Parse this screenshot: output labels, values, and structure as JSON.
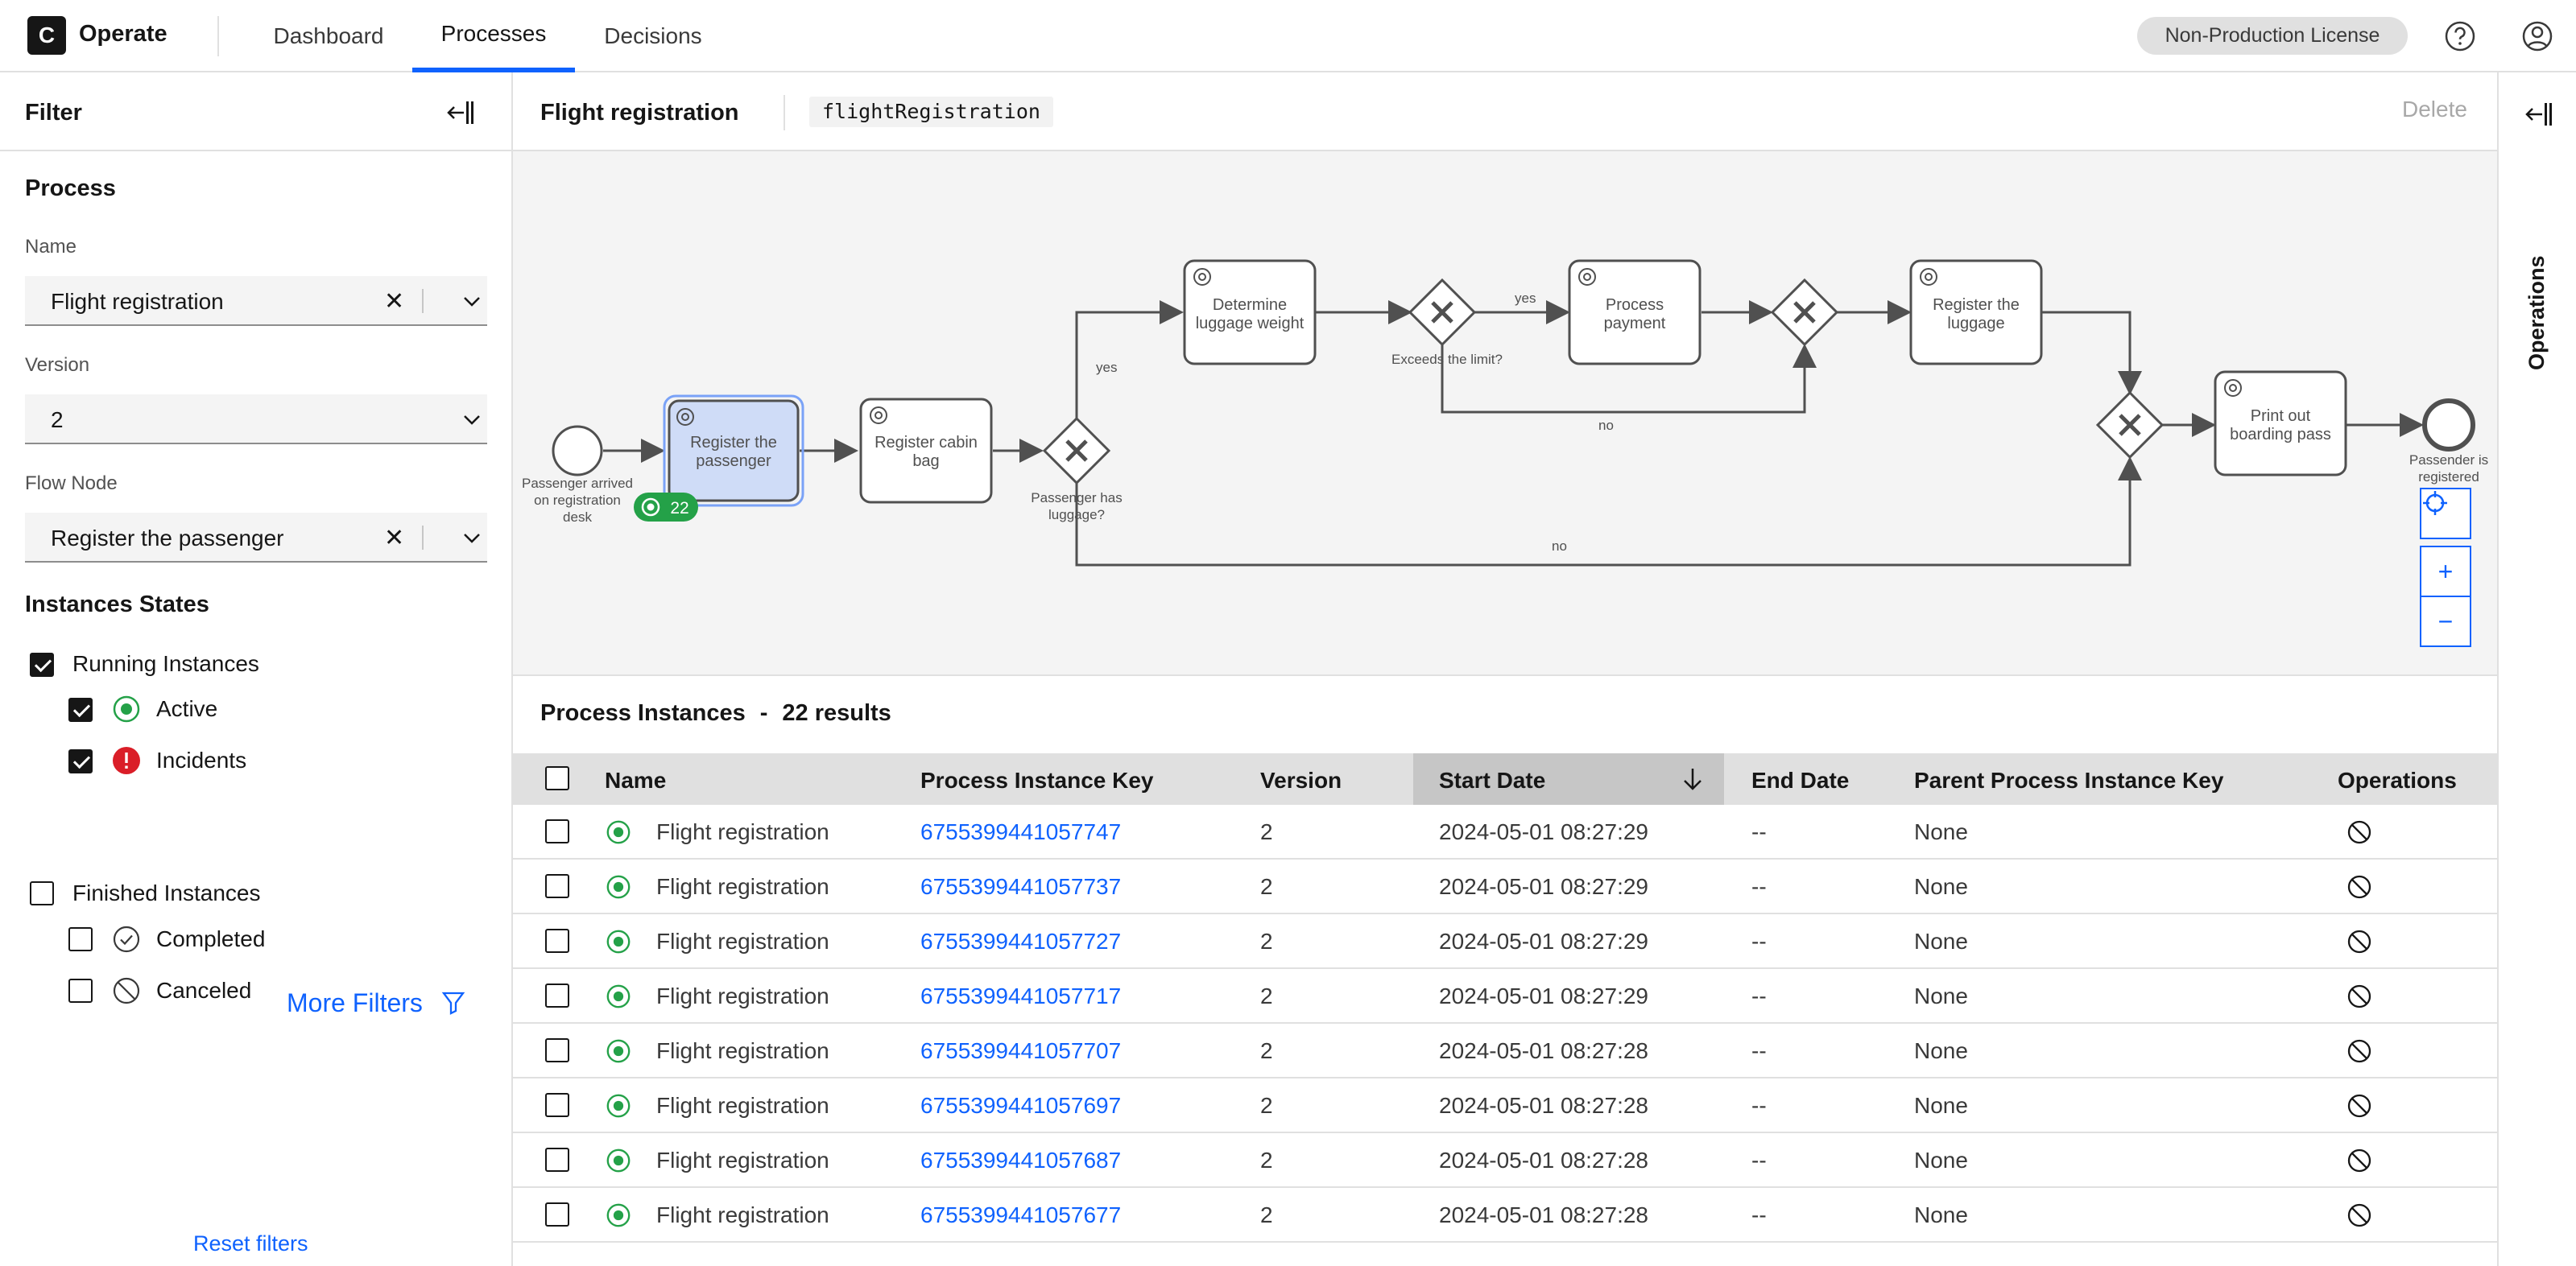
{
  "header": {
    "logo_letter": "C",
    "app_name": "Operate",
    "tabs": [
      {
        "label": "Dashboard"
      },
      {
        "label": "Processes"
      },
      {
        "label": "Decisions"
      }
    ],
    "license": "Non-Production License",
    "icons": [
      "help-icon",
      "user-icon"
    ]
  },
  "filters": {
    "title": "Filter",
    "process_section": "Process",
    "name_label": "Name",
    "name_value": "Flight registration",
    "version_label": "Version",
    "version_value": "2",
    "flow_node_label": "Flow Node",
    "flow_node_value": "Register the passenger",
    "states_title": "Instances States",
    "running": "Running Instances",
    "active": "Active",
    "incidents": "Incidents",
    "finished": "Finished Instances",
    "completed": "Completed",
    "canceled": "Canceled",
    "more_filters": "More Filters",
    "reset": "Reset filters"
  },
  "process": {
    "name": "Flight registration",
    "id": "flightRegistration",
    "delete": "Delete"
  },
  "diagram": {
    "start_event": "Passenger arrived on registration desk",
    "task_register_passenger": "Register the passenger",
    "active_badge_count": "22",
    "task_register_cabin_bag": "Register cabin bag",
    "gateway_has_luggage": "Passenger has luggage?",
    "flow_yes_1": "yes",
    "flow_no_bottom": "no",
    "task_determine_weight": "Determine luggage weight",
    "gateway_exceeds": "Exceeds the limit?",
    "flow_yes_2": "yes",
    "flow_no_2": "no",
    "task_process_payment": "Process payment",
    "task_register_luggage": "Register the luggage",
    "task_print_boarding": "Print out boarding pass",
    "end_event": "Passender is registered",
    "zoom_reset": "⌖",
    "zoom_in": "+",
    "zoom_out": "−"
  },
  "operations_rail": {
    "label": "Operations"
  },
  "instances": {
    "title": "Process Instances",
    "count": "22 results",
    "columns": {
      "name": "Name",
      "key": "Process Instance Key",
      "version": "Version",
      "start": "Start Date",
      "end": "End Date",
      "parent": "Parent Process Instance Key",
      "ops": "Operations"
    },
    "rows": [
      {
        "name": "Flight registration",
        "key": "6755399441057747",
        "version": "2",
        "start": "2024-05-01 08:27:29",
        "end": "--",
        "parent": "None"
      },
      {
        "name": "Flight registration",
        "key": "6755399441057737",
        "version": "2",
        "start": "2024-05-01 08:27:29",
        "end": "--",
        "parent": "None"
      },
      {
        "name": "Flight registration",
        "key": "6755399441057727",
        "version": "2",
        "start": "2024-05-01 08:27:29",
        "end": "--",
        "parent": "None"
      },
      {
        "name": "Flight registration",
        "key": "6755399441057717",
        "version": "2",
        "start": "2024-05-01 08:27:29",
        "end": "--",
        "parent": "None"
      },
      {
        "name": "Flight registration",
        "key": "6755399441057707",
        "version": "2",
        "start": "2024-05-01 08:27:28",
        "end": "--",
        "parent": "None"
      },
      {
        "name": "Flight registration",
        "key": "6755399441057697",
        "version": "2",
        "start": "2024-05-01 08:27:28",
        "end": "--",
        "parent": "None"
      },
      {
        "name": "Flight registration",
        "key": "6755399441057687",
        "version": "2",
        "start": "2024-05-01 08:27:28",
        "end": "--",
        "parent": "None"
      },
      {
        "name": "Flight registration",
        "key": "6755399441057677",
        "version": "2",
        "start": "2024-05-01 08:27:28",
        "end": "--",
        "parent": "None"
      }
    ]
  },
  "colors": {
    "accent": "#0f62fe",
    "active_green": "#24a148",
    "incident_red": "#da1e28",
    "selected_task": "#cfdcf7"
  }
}
